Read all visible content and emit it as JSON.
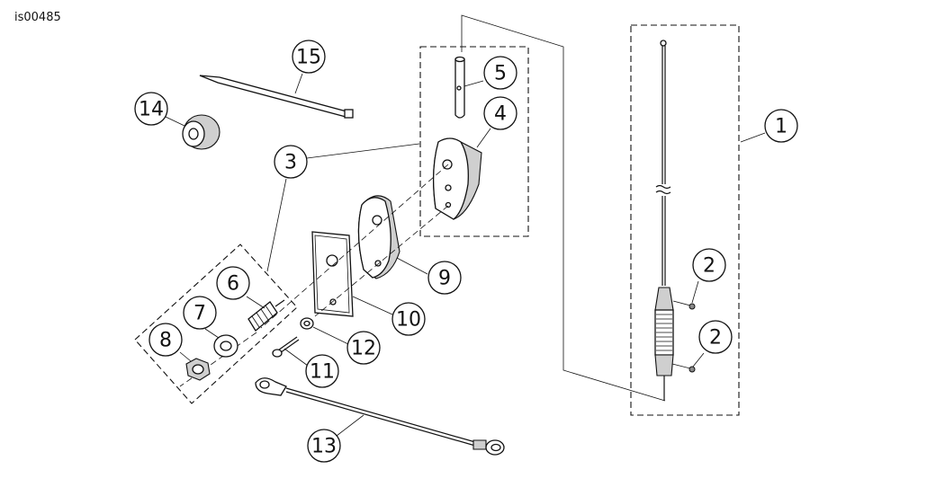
{
  "document": {
    "id": "is00485"
  },
  "callouts": [
    "1",
    "2",
    "2",
    "3",
    "4",
    "5",
    "6",
    "7",
    "8",
    "9",
    "10",
    "11",
    "12",
    "13",
    "14",
    "15"
  ]
}
